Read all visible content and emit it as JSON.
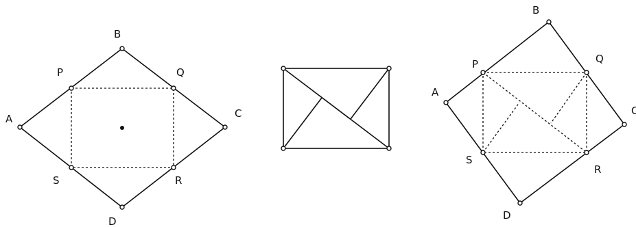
{
  "figure1": {
    "labels": {
      "A": "A",
      "B": "B",
      "C": "C",
      "D": "D",
      "P": "P",
      "Q": "Q",
      "R": "R",
      "S": "S"
    }
  },
  "figure2": {},
  "figure3": {
    "labels": {
      "A": "A",
      "B": "B",
      "C": "C",
      "D": "D",
      "P": "P",
      "Q": "Q",
      "R": "R",
      "S": "S"
    }
  },
  "colors": {
    "ink": "#111111",
    "background": "#ffffff"
  }
}
